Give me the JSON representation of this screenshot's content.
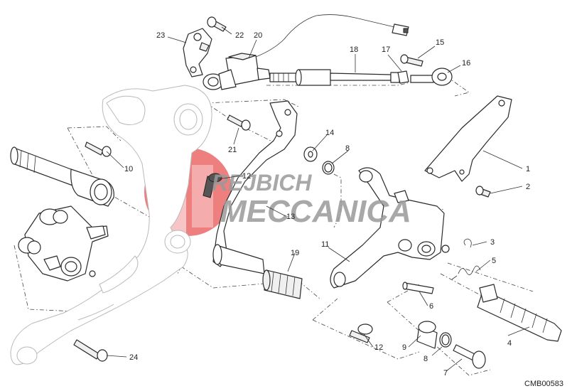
{
  "diagram": {
    "callouts": [
      {
        "id": "c1",
        "text": "1"
      },
      {
        "id": "c2",
        "text": "2"
      },
      {
        "id": "c3",
        "text": "3"
      },
      {
        "id": "c4",
        "text": "4"
      },
      {
        "id": "c5",
        "text": "5"
      },
      {
        "id": "c6",
        "text": "6"
      },
      {
        "id": "c7",
        "text": "7"
      },
      {
        "id": "c8a",
        "text": "8"
      },
      {
        "id": "c8b",
        "text": "8"
      },
      {
        "id": "c9",
        "text": "9"
      },
      {
        "id": "c10",
        "text": "10"
      },
      {
        "id": "c11",
        "text": "11"
      },
      {
        "id": "c12a",
        "text": "12"
      },
      {
        "id": "c12b",
        "text": "12"
      },
      {
        "id": "c13",
        "text": "13"
      },
      {
        "id": "c14",
        "text": "14"
      },
      {
        "id": "c15",
        "text": "15"
      },
      {
        "id": "c16",
        "text": "16"
      },
      {
        "id": "c17",
        "text": "17"
      },
      {
        "id": "c18",
        "text": "18"
      },
      {
        "id": "c19",
        "text": "19"
      },
      {
        "id": "c20",
        "text": "20"
      },
      {
        "id": "c21",
        "text": "21"
      },
      {
        "id": "c22",
        "text": "22"
      },
      {
        "id": "c23",
        "text": "23"
      },
      {
        "id": "c24",
        "text": "24"
      }
    ],
    "drawing_code": "CMB00583"
  },
  "watermark": {
    "line1": "REJBICH",
    "line2": "MECCANICA",
    "logo_color": "#e84a4a",
    "text_color": "#9a9a9a"
  }
}
